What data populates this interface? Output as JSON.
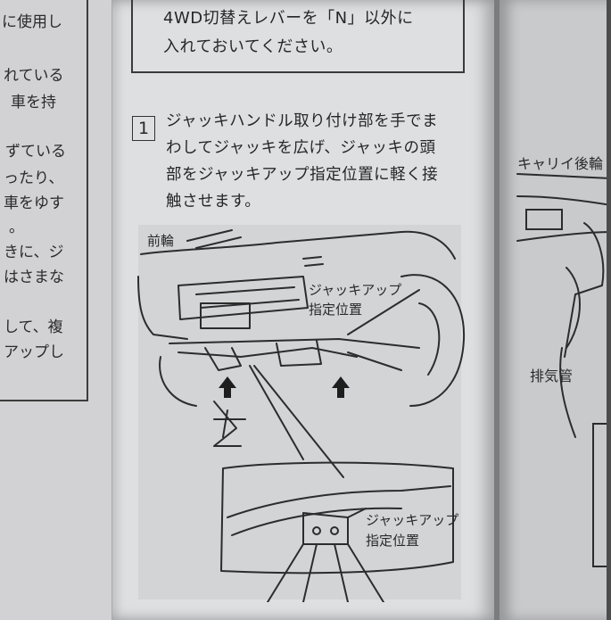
{
  "left_page": {
    "lines": [
      "に使用し",
      "れている",
      "車を持",
      "ずている",
      "ったり、",
      "車をゆす",
      "。",
      "きに、ジ",
      "はさまな",
      "して、複",
      "アップし"
    ]
  },
  "center_page": {
    "warning_lines": [
      "4WD切替えレバーを「N」以外に",
      "入れておいてください。"
    ],
    "step_number": "1",
    "step_lines": [
      "ジャッキハンドル取り付け部を手でま",
      "わしてジャッキを広げ、ジャッキの頭",
      "部をジャッキアップ指定位置に軽く接",
      "触させます。"
    ],
    "figure": {
      "front_wheel_label": "前輪",
      "jack_point_label_upper": [
        "ジャッキアップ",
        "指定位置"
      ],
      "jack_point_label_lower": [
        "ジャッキアップ",
        "指定位置"
      ]
    }
  },
  "right_page": {
    "caption": "キャリイ後輪",
    "exhaust_label": "排気管"
  }
}
